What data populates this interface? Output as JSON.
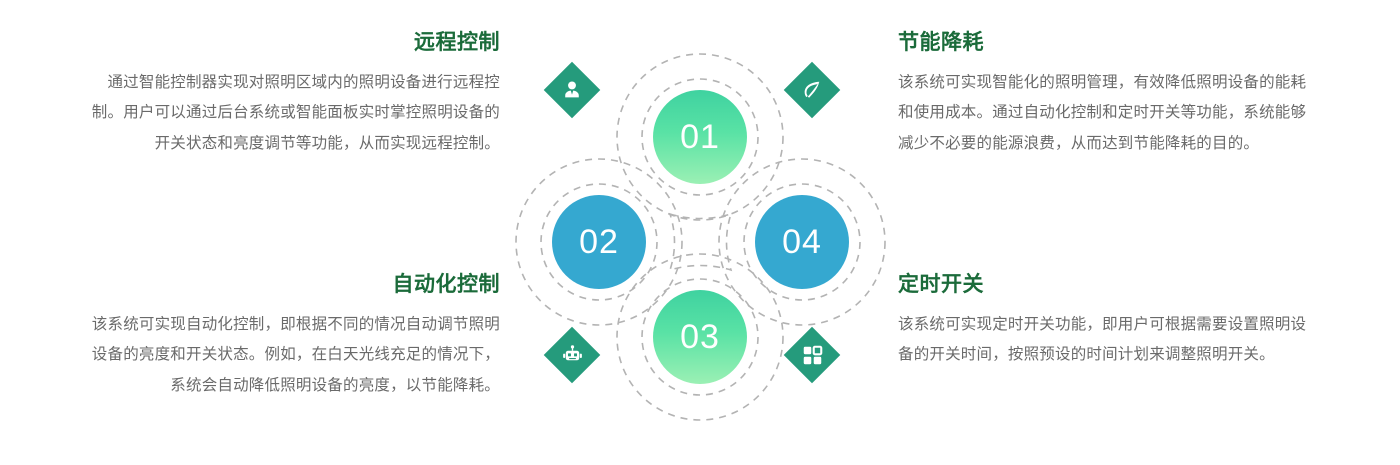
{
  "blocks": [
    {
      "id": "remote-control",
      "title": "远程控制",
      "body": "通过智能控制器实现对照明区域内的照明设备进行远程控制。用户可以通过后台系统或智能面板实时掌控照明设备的开关状态和亮度调节等功能，从而实现远程控制。"
    },
    {
      "id": "energy-saving",
      "title": "节能降耗",
      "body": "该系统可实现智能化的照明管理，有效降低照明设备的能耗和使用成本。通过自动化控制和定时开关等功能，系统能够减少不必要的能源浪费，从而达到节能降耗的目的。"
    },
    {
      "id": "automation-control",
      "title": "自动化控制",
      "body": "该系统可实现自动化控制，即根据不同的情况自动调节照明设备的亮度和开关状态。例如，在白天光线充足的情况下，系统会自动降低照明设备的亮度，以节能降耗。"
    },
    {
      "id": "timer-switch",
      "title": "定时开关",
      "body": "该系统可实现定时开关功能，即用户可根据需要设置照明设备的开关时间，按照预设的时间计划来调整照明开关。"
    }
  ],
  "nodes": [
    {
      "id": "node-01",
      "number": "01",
      "color": "#3fd2a0"
    },
    {
      "id": "node-02",
      "number": "02",
      "color": "#35a8d0"
    },
    {
      "id": "node-03",
      "number": "03",
      "color": "#3fd2a0"
    },
    {
      "id": "node-04",
      "number": "04",
      "color": "#35a8d0"
    }
  ],
  "icons": [
    {
      "id": "person-icon",
      "name": "businessman-icon"
    },
    {
      "id": "leaf-icon",
      "name": "leaf-icon"
    },
    {
      "id": "robot-icon",
      "name": "robot-icon"
    },
    {
      "id": "grid-icon",
      "name": "grid-icon"
    }
  ],
  "colors": {
    "heading": "#1b6b3a",
    "body_text": "#6a6a6a",
    "diamond": "#259b7c",
    "blue_node": "#35a8d0",
    "green_node_start": "#3fd2a0",
    "green_node_end": "#9bf0b4",
    "dashed_ring": "#b3b3b3",
    "background": "#ffffff"
  }
}
